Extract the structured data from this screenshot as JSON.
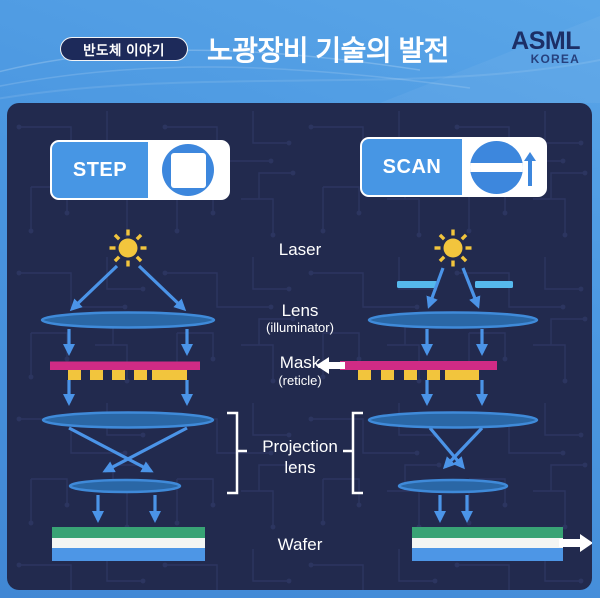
{
  "header": {
    "badge_label": "반도체 이야기",
    "title": "노광장비 기술의 발전",
    "logo": {
      "brand": "ASML",
      "region": "KOREA"
    }
  },
  "panel": {
    "step_label": "STEP",
    "scan_label": "SCAN",
    "labels": {
      "laser": "Laser",
      "lens": "Lens",
      "lens_sub": "(illuminator)",
      "mask": "Mask",
      "mask_sub": "(reticle)",
      "projection_line1": "Projection",
      "projection_line2": "lens",
      "wafer": "Wafer"
    }
  },
  "colors": {
    "background_blue": "#4a96e0",
    "panel_navy": "#222a4e",
    "circuit_trace": "#2c3560",
    "pill_navy": "#1d2a5a",
    "logo_navy": "#1c2f66",
    "badge_blue": "#4796e4",
    "icon_blue": "#3d87dd",
    "arrow_blue": "#4b94e8",
    "lens_fill": "#2a67a6",
    "lens_stroke": "#3f8ad9",
    "mask_magenta": "#d02b85",
    "mask_yellow": "#f2c53d",
    "sun_yellow": "#f2c53d",
    "slit_light_blue": "#56b9ed",
    "wafer_green": "#38a375",
    "wafer_white": "#f3f5f3",
    "wafer_blue": "#4d96e6",
    "label_white": "#ffffff"
  }
}
